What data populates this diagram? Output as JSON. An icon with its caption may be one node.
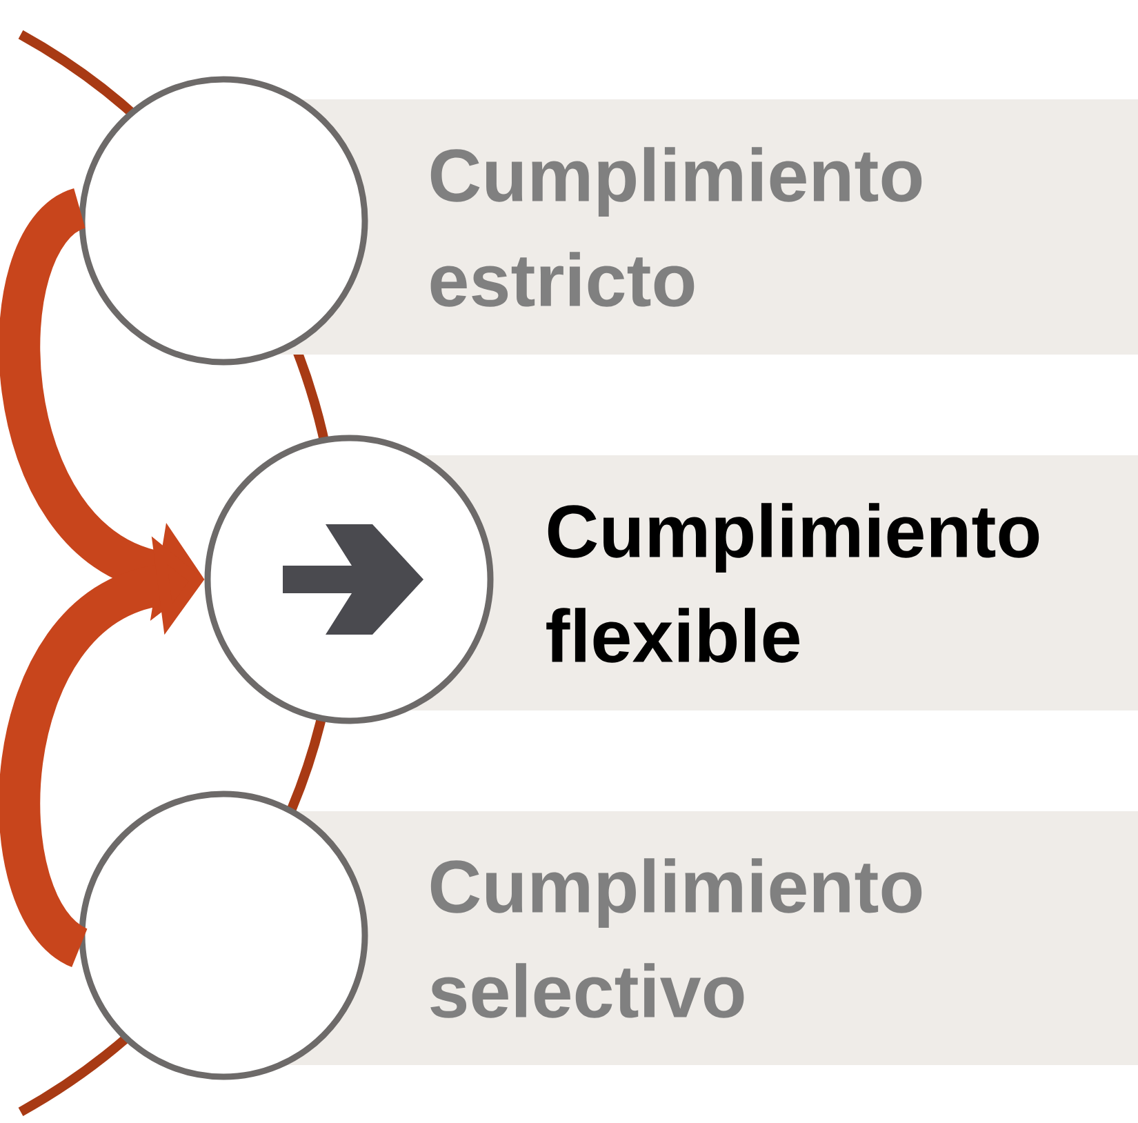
{
  "diagram": {
    "nodes": [
      {
        "text": [
          "Cumplimiento estricto"
        ]
      },
      {
        "text": [],
        "shape": "circle"
      },
      {
        "text": [
          "Cumplimiento flexible"
        ]
      },
      {
        "text": [],
        "shape": "circle"
      },
      {
        "text": [
          "Cumplimiento selectivo"
        ]
      },
      {
        "text": [],
        "shape": "circle"
      }
    ],
    "edges": [
      {
        "from": 1,
        "to": 3,
        "arrow": "to"
      },
      {
        "from": 5,
        "to": 3,
        "arrow": "to"
      }
    ]
  }
}
